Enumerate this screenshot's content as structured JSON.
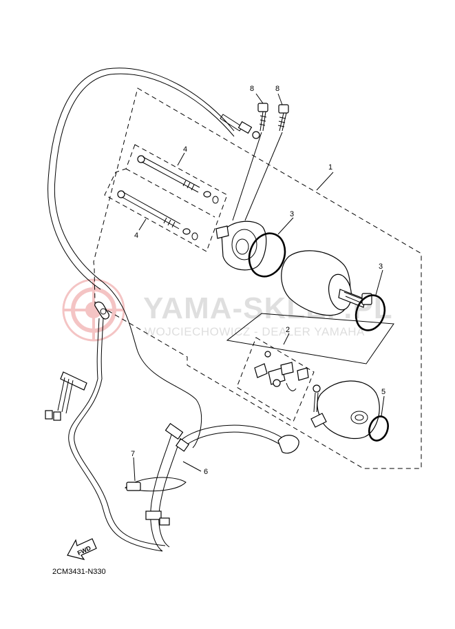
{
  "diagram_code": "2CM3431-N330",
  "watermark": {
    "title": "YAMA-SKLEP.PL",
    "subtitle": "WOJCIECHOWICZ - DEALER YAMAHA"
  },
  "fwd_label": "FWD",
  "callouts": {
    "c1": "1",
    "c2": "2",
    "c3a": "3",
    "c3b": "3",
    "c4a": "4",
    "c4b": "4",
    "c5": "5",
    "c6": "6",
    "c7": "7",
    "c8a": "8",
    "c8b": "8"
  },
  "colors": {
    "line": "#000000",
    "watermark_logo": "#e05a5a"
  }
}
